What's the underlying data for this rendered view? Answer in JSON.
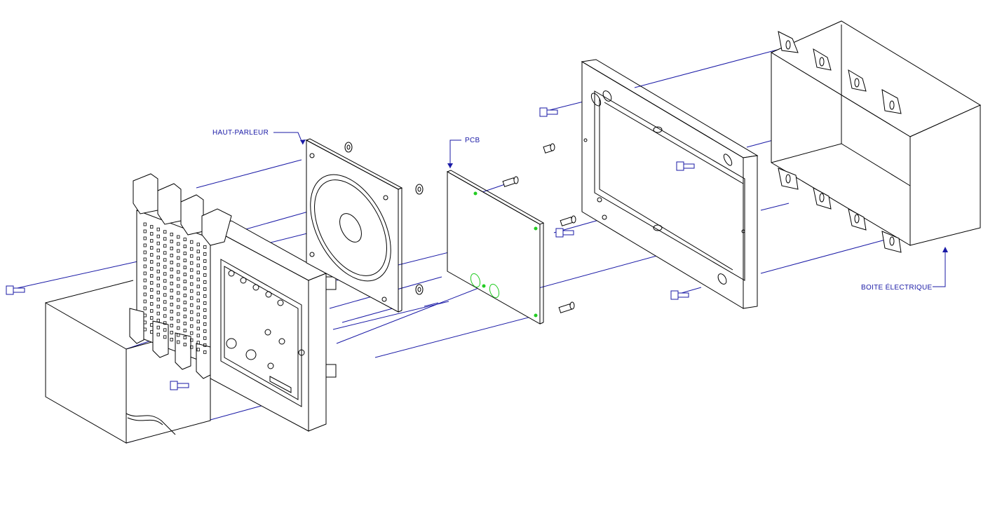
{
  "labels": {
    "speaker": "HAUT-PARLEUR",
    "pcb": "PCB",
    "box": "BOITE ÉLECTRIQUE"
  },
  "colors": {
    "line": "#000000",
    "leader": "#1a1aa6",
    "pcb_marks": "#22cc22",
    "background": "#ffffff"
  }
}
